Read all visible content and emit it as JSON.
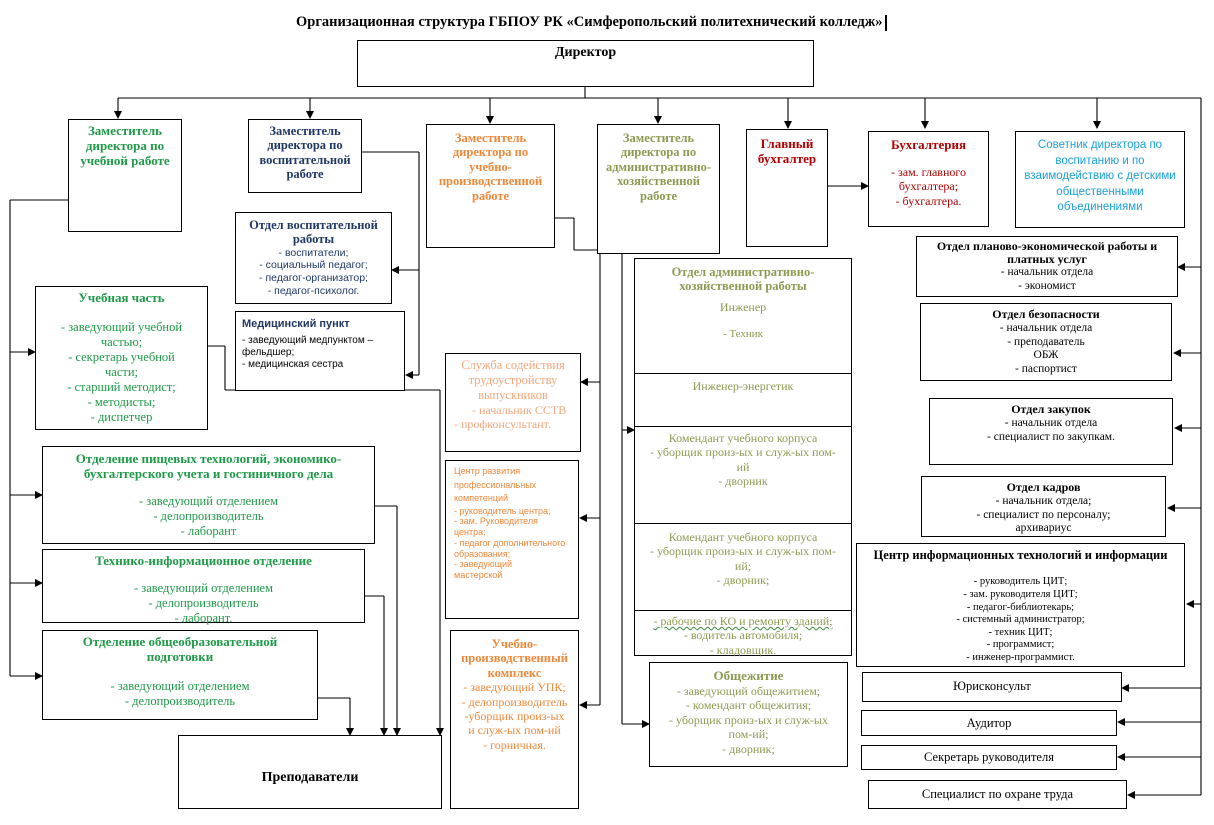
{
  "title": "Организационная структура ГБПОУ РК «Симферопольский политехнический колледж»",
  "director": "Директор",
  "deputy_edu": "Заместитель директора по учебной работе",
  "deputy_vosp": "Заместитель директора по воспитательной работе",
  "deputy_uchprod": "Заместитель директора по учебно-производственной работе",
  "deputy_admin": "Заместитель директора по административно-хозяйственной работе",
  "chief_accountant": "Главный бухгалтер",
  "accounting": {
    "title": "Бухгалтерия",
    "lines": [
      "- зам. главного бухгалтера;",
      "- бухгалтера."
    ]
  },
  "advisor": "Советник директора по воспитанию и по взаимодействию с детскими общественными объединениями",
  "otdel_vosp": {
    "title": "Отдел воспитательной работы",
    "lines": [
      "- воспитатели;",
      "- социальный педагог;",
      "- педагог-организатор;",
      "- педагог-психолог."
    ]
  },
  "medpunkt": {
    "title": "Медицинский пункт",
    "lines": [
      "- заведующий медпунктом –",
      "фельдшер;",
      "- медицинская сестра"
    ]
  },
  "uchebnaya_chast": {
    "title": "Учебная часть",
    "lines": [
      "- заведующий учебной",
      "частью;",
      "- секретарь учебной",
      "части;",
      "- старший методист;",
      "- методисты;",
      "- диспетчер"
    ]
  },
  "otd_pisch": {
    "title": "Отделение пищевых технологий, экономико-бухгалтерского учета и гостиничного дела",
    "lines": [
      "- заведующий отделением",
      "- делопроизводитель",
      "- лаборант"
    ]
  },
  "otd_tech": {
    "title": "Технико-информационное отделение",
    "lines": [
      "- заведующий отделением",
      "- делопроизводитель",
      "- лаборант."
    ]
  },
  "otd_obsh": {
    "title": "Отделение общеобразовательной подготовки",
    "lines": [
      "- заведующий отделением",
      "- делопроизводитель"
    ]
  },
  "teachers": "Преподаватели",
  "sluzhba": {
    "title": "Служба содействия трудоустройству выпускников",
    "lines": [
      "- начальник ССТВ",
      "- профконсультант."
    ]
  },
  "cpk": {
    "title": "Центр развития профессиональных компетенций",
    "lines": [
      "- руководитель центра;",
      "- зам. Руководителя",
      "центра;",
      "- педагог дополнительного",
      "образования;",
      "- заведующий",
      "мастерской"
    ]
  },
  "upk": {
    "title": "Учебно-производственный комплекс",
    "lines": [
      "- заведующий УПК;",
      "- делопроизводитель",
      "-уборщик произ-ых",
      "и служ-ых пом-ий",
      "- горничная."
    ]
  },
  "admin_dept": {
    "title": "Отдел административно-хозяйственной работы",
    "rows": [
      [
        "Инженер",
        "- Техник"
      ],
      [
        "Инженер-энергетик"
      ],
      [
        "Комендант учебного корпуса",
        "- уборщик произ-ых и служ-ых пом-",
        "ий",
        "- дворник"
      ],
      [
        "Комендант учебного корпуса",
        "- уборщик произ-ых и служ-ых пом-",
        "ий;",
        "- дворник;"
      ],
      [
        "- рабочие по КО и ремонту зданий;",
        "- водитель автомобиля;",
        "- кладовщик."
      ]
    ]
  },
  "dormitory": {
    "title": "Общежитие",
    "lines": [
      "- заведующий общежитием;",
      "- комендант общежития;",
      "- уборщик произ-ых и служ-ых",
      "пом-ий;",
      "- дворник;"
    ]
  },
  "plan_econ": {
    "title": "Отдел планово-экономической работы и платных услуг",
    "lines": [
      "- начальник отдела",
      "- экономист"
    ]
  },
  "security": {
    "title": "Отдел безопасности",
    "lines": [
      "- начальник отдела",
      "- преподаватель",
      "ОБЖ",
      "- паспортист"
    ]
  },
  "purchases": {
    "title": "Отдел закупок",
    "lines": [
      "- начальник отдела",
      "- специалист по закупкам."
    ]
  },
  "hr": {
    "title": "Отдел кадров",
    "lines": [
      "- начальник отдела;",
      "- специалист по персоналу;",
      "архивариус"
    ]
  },
  "cit": {
    "title": "Центр информационных технологий и информации",
    "lines": [
      "- руководитель ЦИТ;",
      "- зам. руководителя ЦИТ;",
      "- педагог-библиотекарь;",
      "- системный администратор;",
      "- техник ЦИТ;",
      "- программист;",
      "- инженер-программист."
    ]
  },
  "lawyer": "Юрисконсульт",
  "auditor": "Аудитор",
  "secretary": "Секретарь руководителя",
  "safety": "Специалист по охране труда",
  "colors": {
    "green": "#1f9a48",
    "navy": "#1f3864",
    "orange": "#f0883a",
    "olive": "#8c9a52",
    "red": "#b40000",
    "cyan": "#1aa0d8",
    "peach": "#f4a77d"
  }
}
